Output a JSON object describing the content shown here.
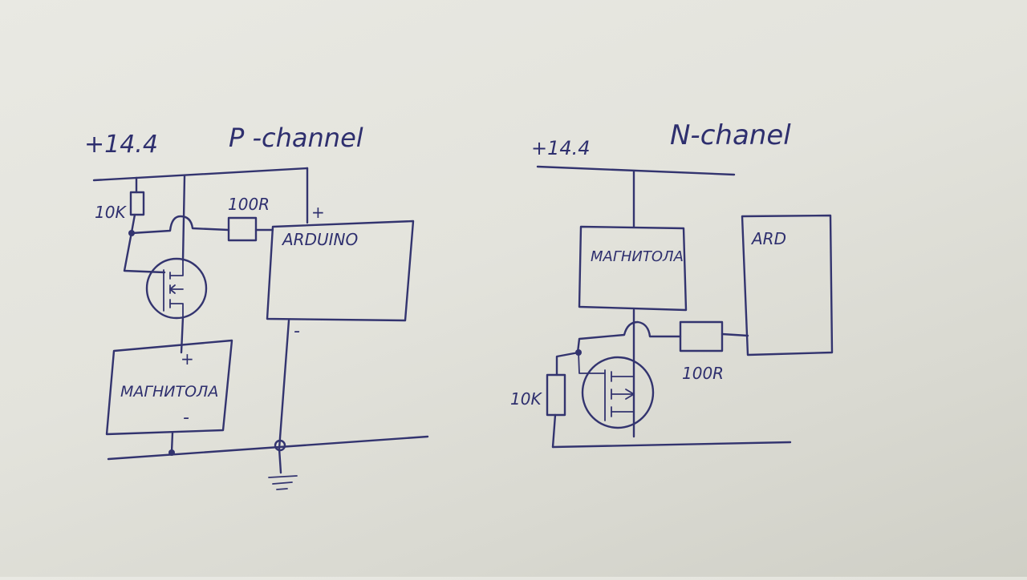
{
  "p_channel": {
    "title": "P -channel",
    "supply": "+14.4",
    "resistor_pullup": "10K",
    "resistor_gate": "100R",
    "controller": "ARDUINO",
    "controller_plus": "+",
    "controller_minus": "-",
    "load": "MAГНИТОЛА",
    "load_plus": "+",
    "load_minus": "-"
  },
  "n_channel": {
    "title": "N-chanel",
    "supply": "+14.4",
    "load": "MAГНИТОЛА",
    "controller": "ARD",
    "resistor_gate": "100R",
    "resistor_pulldown": "10K"
  }
}
